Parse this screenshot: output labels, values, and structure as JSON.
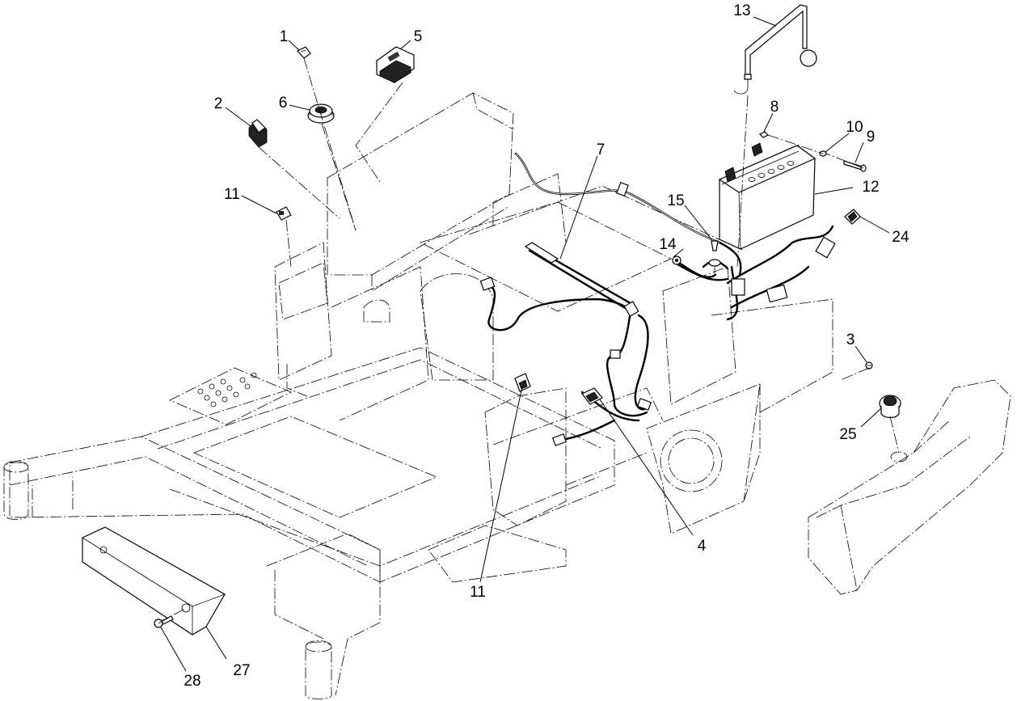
{
  "callouts": [
    {
      "id": "c1",
      "label": "1"
    },
    {
      "id": "c2",
      "label": "2"
    },
    {
      "id": "c3",
      "label": "3"
    },
    {
      "id": "c4",
      "label": "4"
    },
    {
      "id": "c5",
      "label": "5"
    },
    {
      "id": "c6",
      "label": "6"
    },
    {
      "id": "c7",
      "label": "7"
    },
    {
      "id": "c8",
      "label": "8"
    },
    {
      "id": "c9",
      "label": "9"
    },
    {
      "id": "c10",
      "label": "10"
    },
    {
      "id": "c11a",
      "label": "11"
    },
    {
      "id": "c11b",
      "label": "11"
    },
    {
      "id": "c12",
      "label": "12"
    },
    {
      "id": "c13",
      "label": "13"
    },
    {
      "id": "c14",
      "label": "14"
    },
    {
      "id": "c15",
      "label": "15"
    },
    {
      "id": "c24",
      "label": "24"
    },
    {
      "id": "c25",
      "label": "25"
    },
    {
      "id": "c27",
      "label": "27"
    },
    {
      "id": "c28",
      "label": "28"
    }
  ]
}
